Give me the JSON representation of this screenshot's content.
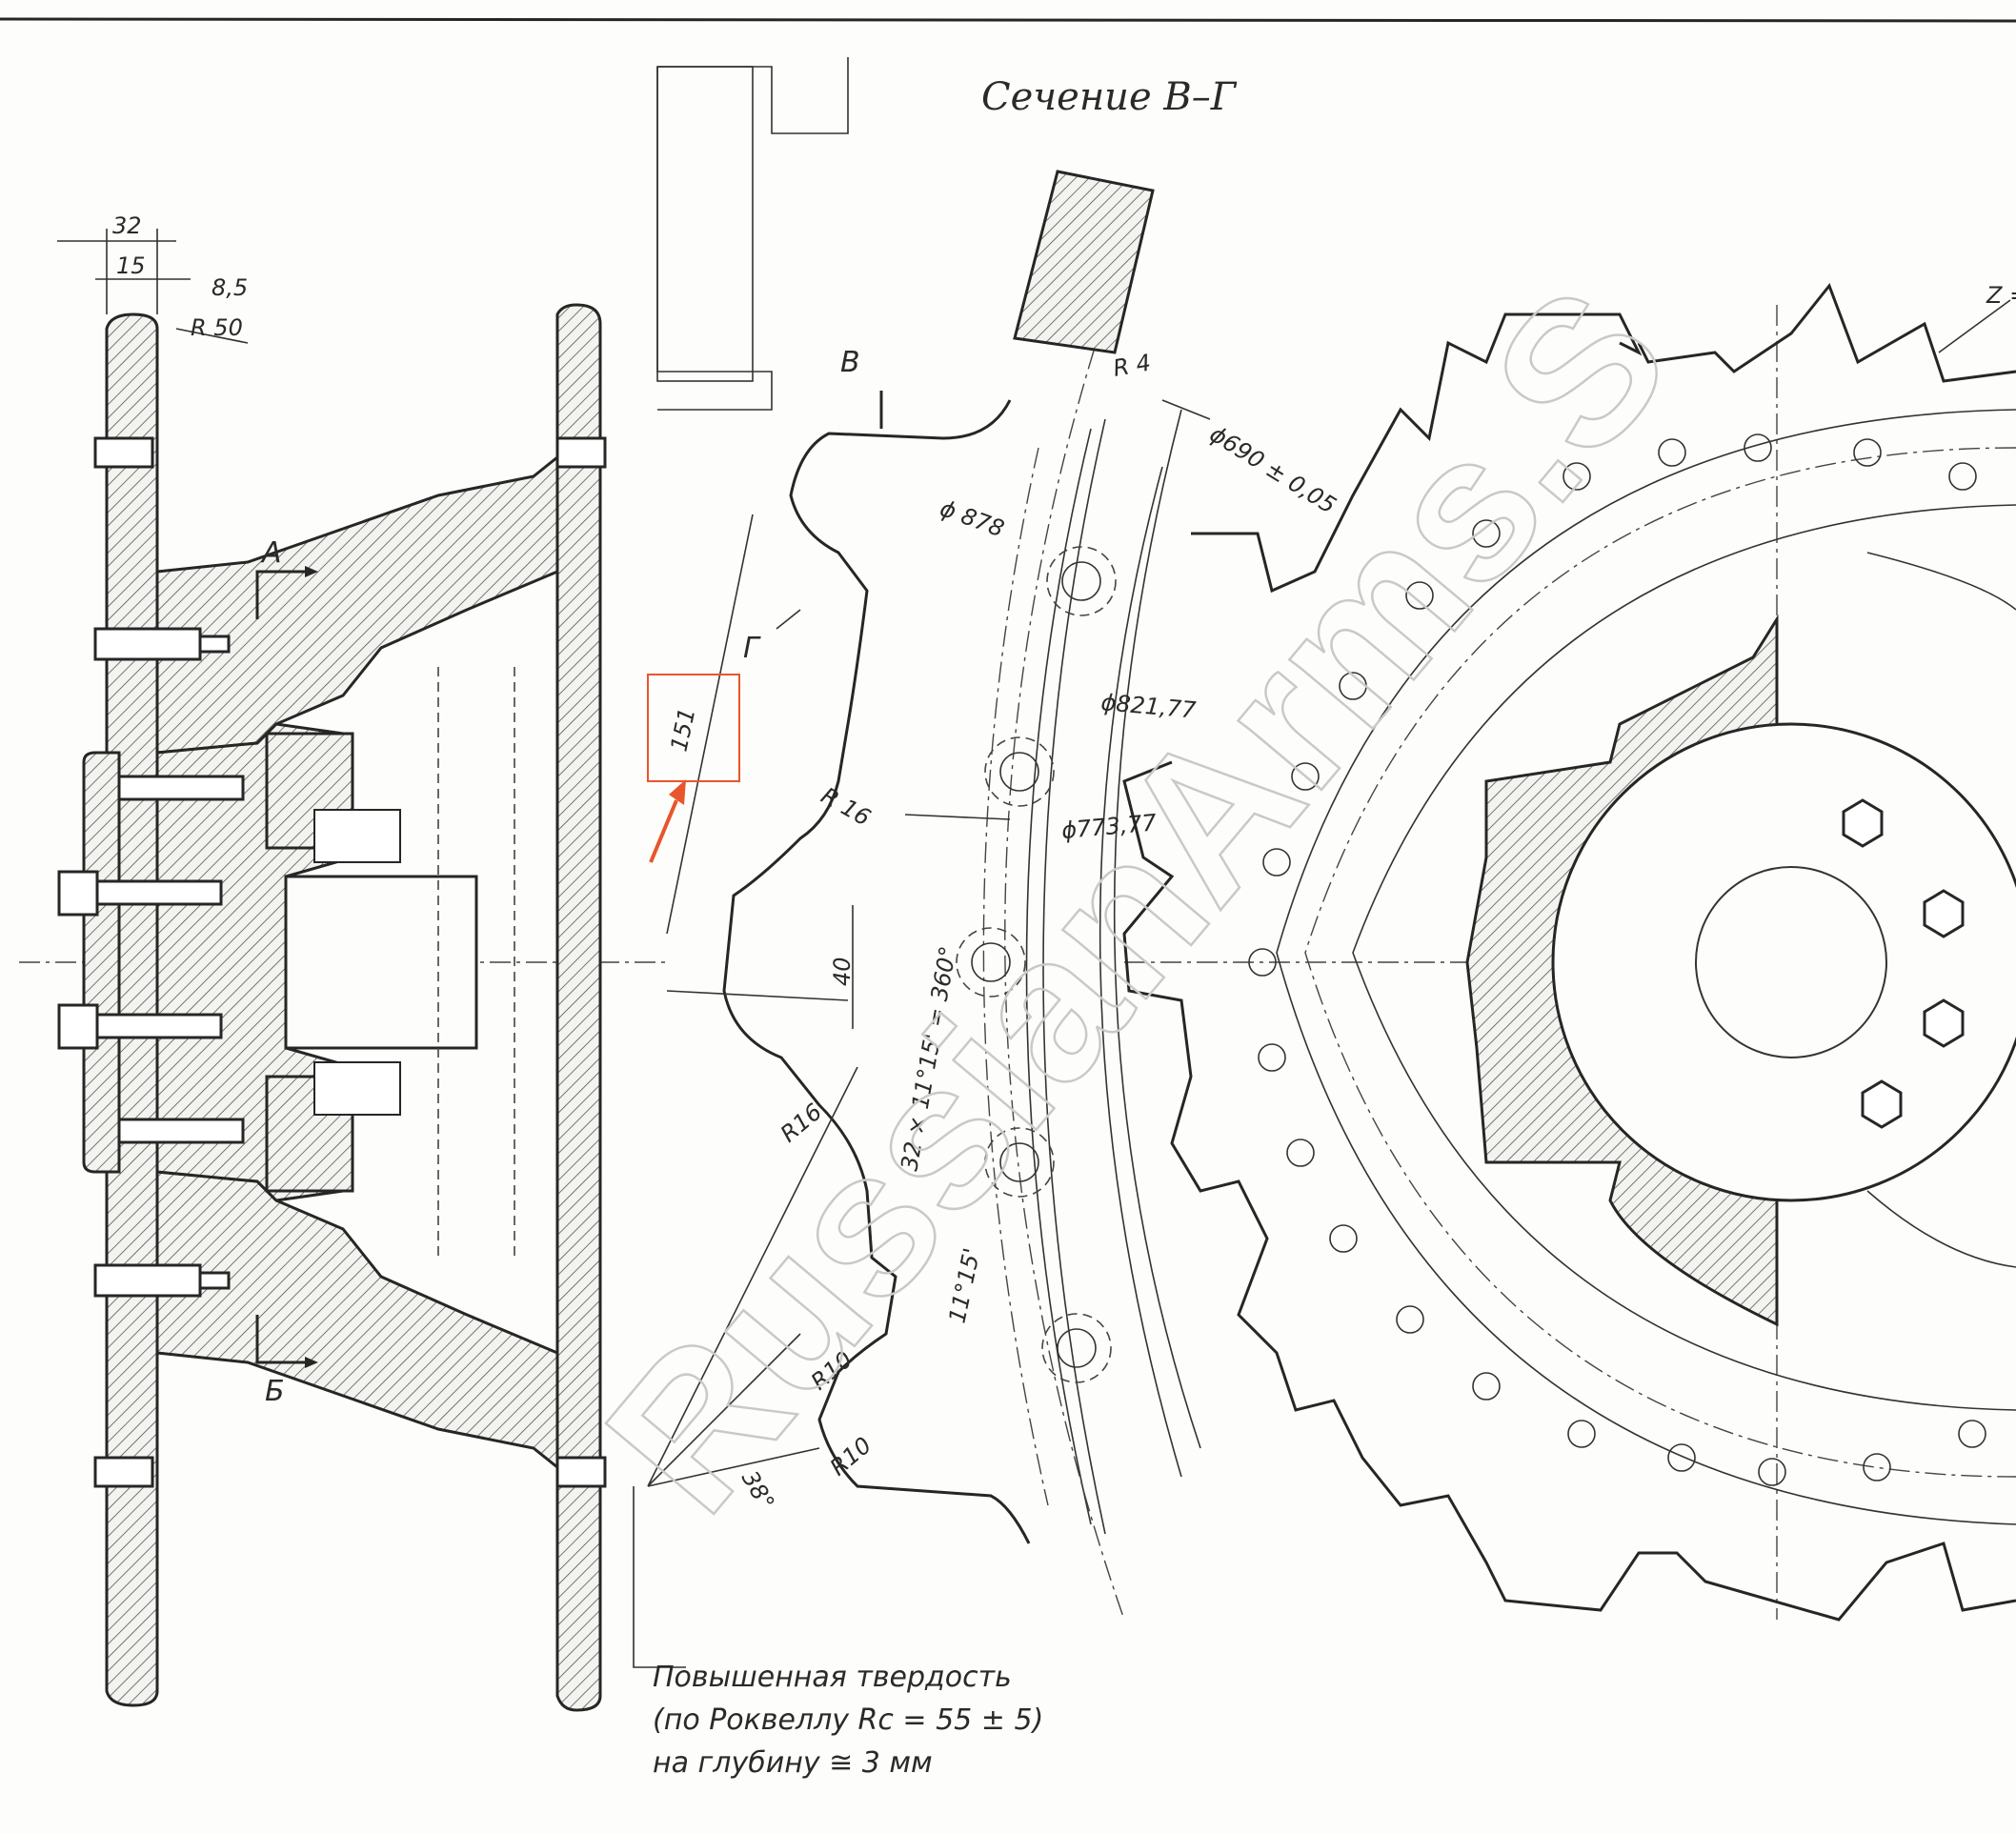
{
  "section_title": "Сечение В–Г",
  "section_letters": {
    "a": "А",
    "b": "Б",
    "v": "В",
    "g": "Г"
  },
  "dims_left": {
    "d32": "32",
    "d15": "15",
    "d8_5": "8,5",
    "r50": "R 50"
  },
  "dims_diameters": {
    "d878": "ϕ 878",
    "d821": "ϕ821,77",
    "d773": "ϕ773,77",
    "d690": "ϕ690 ± 0,05"
  },
  "dims_tooth": {
    "r4": "R 4",
    "r16_top": "R 16",
    "r16_bottom": "R16",
    "r10_a": "R10",
    "r10_b": "R10",
    "d40": "40",
    "d151": "151",
    "pitch": "32 × 11°15' = 360°",
    "angle_pitch": "11°15'",
    "angle_38": "38°",
    "z_label": "Z ="
  },
  "hardness_note": [
    "Повышенная твердость",
    "(по Роквеллу Rc = 55 ± 5)",
    "на глубину ≅ 3 мм"
  ],
  "watermark": "RussianArms.S",
  "highlight_color": "#e8552d"
}
